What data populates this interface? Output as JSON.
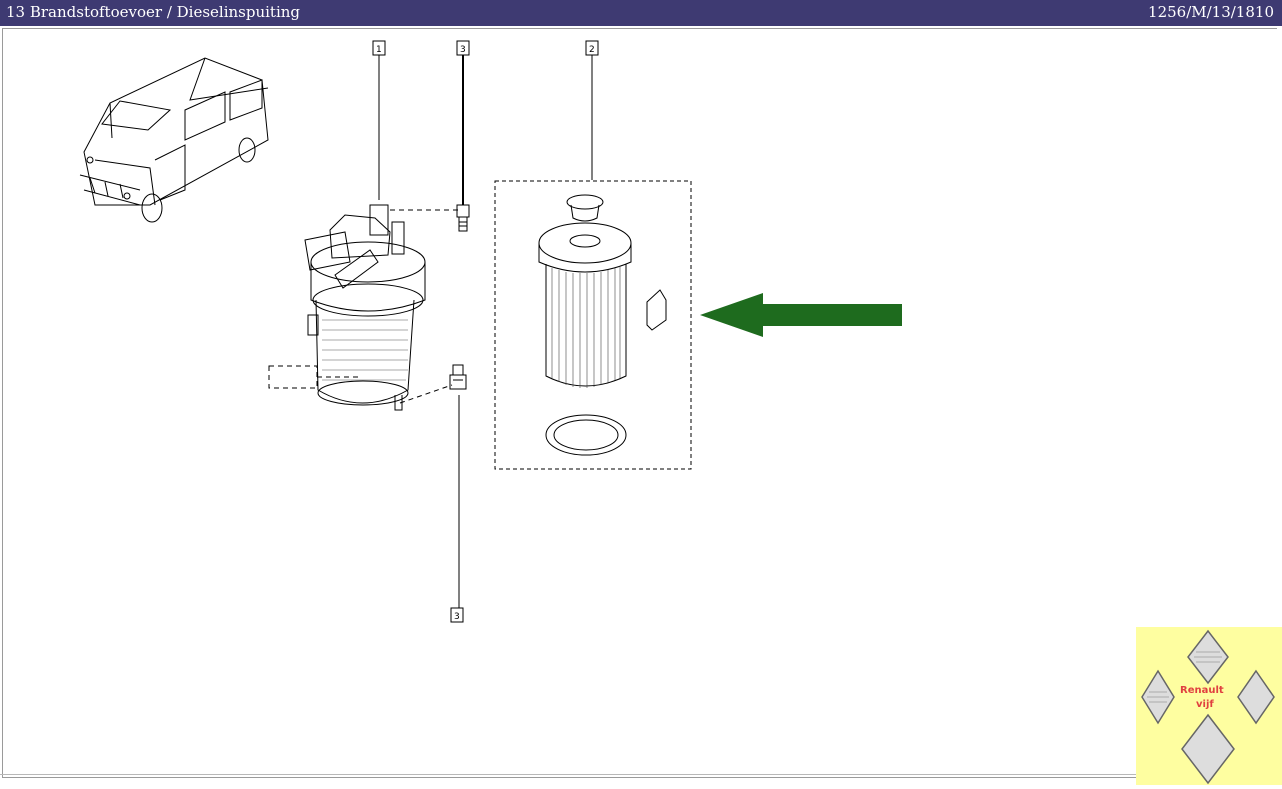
{
  "header": {
    "title": "13 Brandstoftoevoer / Dieselinspuiting",
    "reference": "1256/M/13/1810"
  },
  "callouts": {
    "c1": "1",
    "c2": "2",
    "c3_top": "3",
    "c3_bottom": "3"
  },
  "logo": {
    "line1": "Renault",
    "line2": "vijf"
  },
  "colors": {
    "titlebar": "#3e3a72",
    "arrow": "#1e6b1e",
    "logo_bg": "#fefea0",
    "logo_text": "#e04040"
  }
}
